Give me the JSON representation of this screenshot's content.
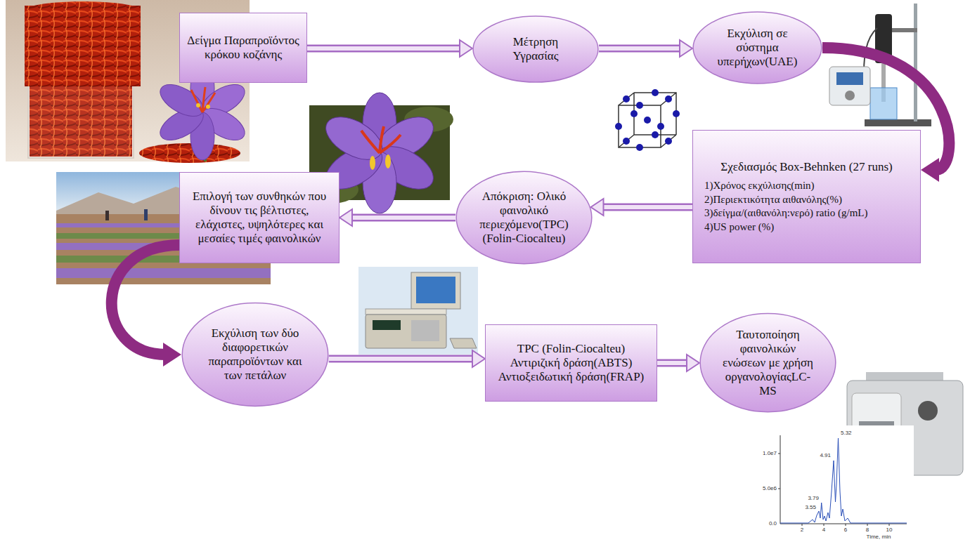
{
  "diagram": {
    "nodes": [
      {
        "text": [
          "Δείγμα Παραπροϊόντος κρόκου κοζάνης"
        ]
      },
      {
        "text": [
          "Μέτρηση Υγρασίας"
        ]
      },
      {
        "text": [
          "Εκχύλιση σε σύστημα υπερήχων(UAE)"
        ]
      },
      {
        "text": [
          "Επιλογή των συνθηκών που δίνουν τις βέλτιστες, ελάχιστες, υψηλότερες και μεσαίες τιμές φαινολικών"
        ]
      },
      {
        "text": [
          "Απόκριση: Ολικό φαινολικό περιεχόμενο(TPC) (Folin-Ciocalteu)"
        ]
      },
      {
        "text": [
          "Σχεδιασμός Box-Behnken (27 runs)",
          "1)Χρόνος εκχύλισης(min)",
          "2)Περιεκτικότητα αιθανόλης(%)",
          "3)δείγμα/(αιθανόλη:νερό) ratio (g/mL)",
          "4)US power (%)"
        ]
      },
      {
        "text": [
          "Εκχύλιση των δύο διαφορετικών παραπροϊόντων και των πετάλων"
        ]
      },
      {
        "text": [
          "TPC (Folin-Ciocalteu)",
          "Αντιριζική δράση(ABTS)",
          "Αντιοξειδωτική δράση(FRAP)"
        ]
      },
      {
        "text": [
          "Ταυτοποίηση φαινολικών ενώσεων με χρήση οργανολογίαςLC-MS"
        ]
      }
    ],
    "edges": [
      {
        "from": 0,
        "to": 1,
        "arrow": "to"
      },
      {
        "from": 1,
        "to": 2,
        "arrow": "to"
      },
      {
        "from": 2,
        "to": 5,
        "arrow": "to"
      },
      {
        "from": 5,
        "to": 4,
        "arrow": "to"
      },
      {
        "from": 4,
        "to": 3,
        "arrow": "to"
      },
      {
        "from": 3,
        "to": 6,
        "arrow": "to"
      },
      {
        "from": 6,
        "to": 7,
        "arrow": "to"
      },
      {
        "from": 7,
        "to": 8,
        "arrow": "to"
      }
    ],
    "labels": [
      "5.32",
      "4.91",
      "3.79",
      "3.55",
      "1.0e7",
      "5.0e6",
      "0.0",
      "2",
      "4",
      "6",
      "8",
      "10",
      "Time, min"
    ]
  }
}
